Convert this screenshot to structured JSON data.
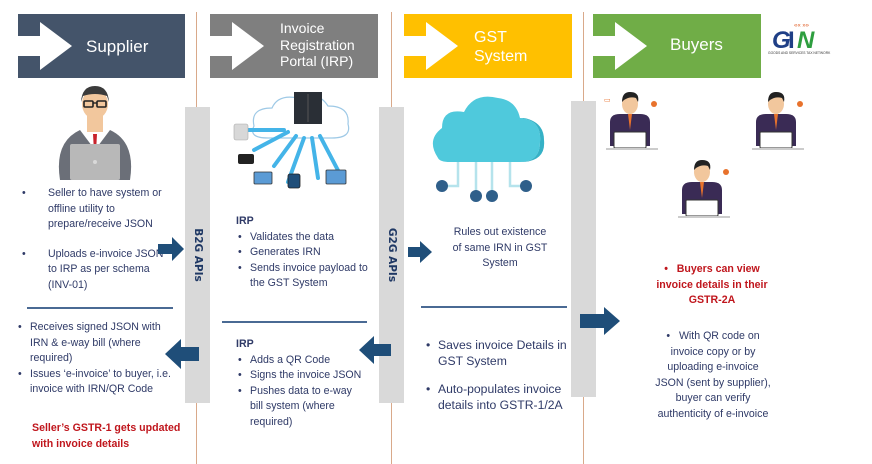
{
  "colors": {
    "supplier_header": "#44546a",
    "irp_header": "#7f7f7f",
    "gst_header": "#ffc000",
    "buyers_header": "#70ad47",
    "flow_arrow": "#1f4e79",
    "api_bar": "#d9d9d9",
    "highlight_text": "#c0161d",
    "body_text": "#2f3a67"
  },
  "headers": {
    "supplier": "Supplier",
    "irp": [
      "Invoice",
      "Registration",
      "Portal (IRP)"
    ],
    "gst": [
      "GST",
      "System"
    ],
    "buyers": "Buyers"
  },
  "logo": {
    "mark": "GSTN",
    "tagline": "GOODS AND SERVICES TAX NETWORK"
  },
  "api_bars": {
    "b2g": "B2G APIs",
    "g2g": "G2G APIs"
  },
  "supplier": {
    "upper_bullets": [
      "Seller to have system or offline utility to prepare/receive JSON",
      "Uploads e-invoice JSON to IRP as per schema (INV-01)"
    ],
    "lower_bullets": [
      "Receives signed JSON with IRN & e-way bill (where required)",
      "Issues ‘e-invoice’ to buyer, i.e. invoice with IRN/QR Code"
    ],
    "note": "Seller’s GSTR-1 gets updated with invoice details"
  },
  "irp": {
    "upper_heading": "IRP",
    "upper_bullets": [
      "Validates the data",
      "Generates IRN",
      "Sends invoice payload to the GST System"
    ],
    "lower_heading": "IRP",
    "lower_bullets": [
      "Adds a QR Code",
      "Signs the invoice JSON",
      "Pushes data to e-way bill system (where required)"
    ]
  },
  "gst": {
    "upper_text": "Rules out existence of same IRN in GST System",
    "lower_bullets": [
      "Saves invoice Details in GST System",
      "Auto-populates invoice details into GSTR-1/2A"
    ]
  },
  "buyers": {
    "highlight": "Buyers can view invoice details in their GSTR-2A",
    "verify_text": "With QR code on invoice copy or by uploading e-invoice JSON (sent by supplier), buyer can verify authenticity of e-invoice"
  },
  "icons": {
    "supplier_illustration": "businessman-laptop-icon",
    "irp_illustration": "cloud-server-network-icon",
    "gst_illustration": "cloud-connection-icon",
    "buyers_illustration": "buyer-at-desk-icon"
  }
}
